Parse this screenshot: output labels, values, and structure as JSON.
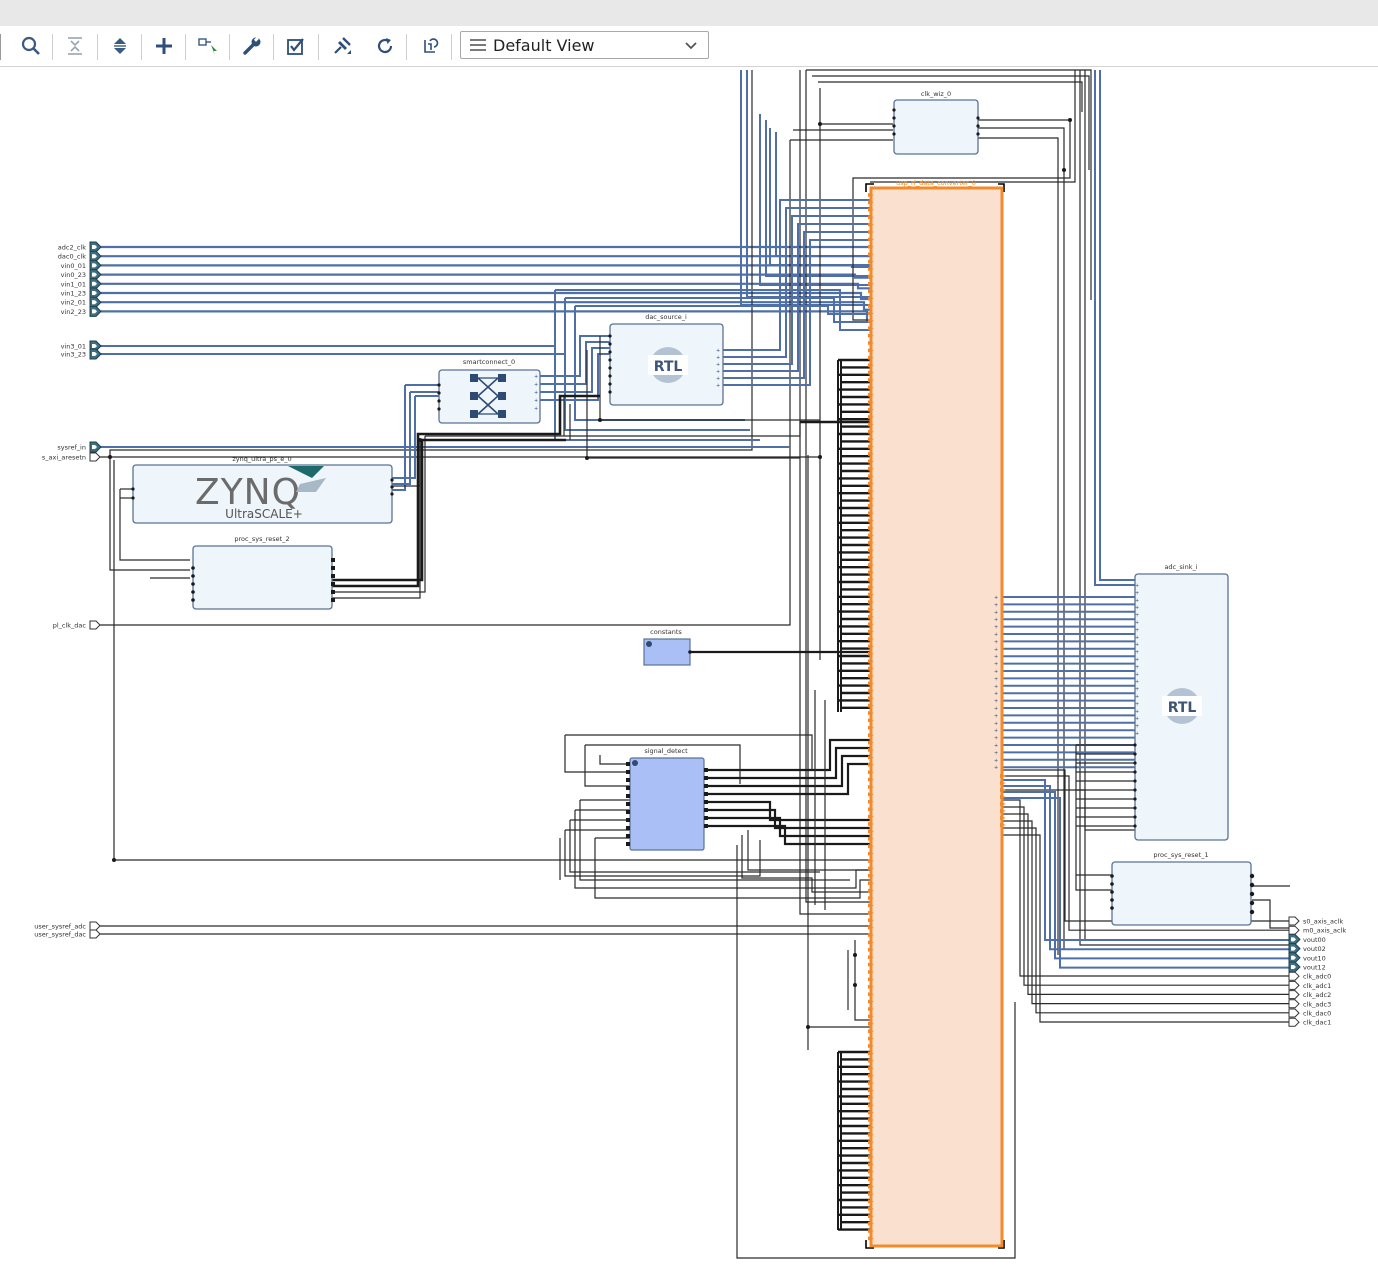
{
  "toolbar": {
    "icons": [
      "search-icon",
      "collapse-all-icon",
      "expand-all-icon",
      "add-ip-icon",
      "make-connection-icon",
      "customize-icon",
      "validate-design-icon",
      "pin-icon",
      "refresh-icon",
      "regenerate-layout-icon"
    ],
    "view_select": {
      "selected": "Default View",
      "icon": "menu-icon"
    }
  },
  "diagram": {
    "left_ports": {
      "group1": [
        "adc2_clk",
        "dac0_clk",
        "vin0_01",
        "vin0_23",
        "vin1_01",
        "vin1_23",
        "vin2_01",
        "vin2_23"
      ],
      "group2": [
        "vin3_01",
        "vin3_23"
      ],
      "group3": [
        "sysref_in",
        "s_axi_aresetn"
      ],
      "pl_clk": "pl_clk_dac",
      "group4": [
        "user_sysref_adc",
        "user_sysref_dac"
      ]
    },
    "right_ports": [
      "s0_axis_aclk",
      "m0_axis_aclk",
      "vout00",
      "vout02",
      "vout10",
      "vout12",
      "clk_adc0",
      "clk_adc1",
      "clk_adc2",
      "clk_adc3",
      "clk_dac0",
      "clk_dac1"
    ],
    "blocks": {
      "clk_wiz": "clk_wiz_0",
      "rf_converter": "usp_rf_data_converter_0",
      "dac_source": "dac_source_i",
      "smartconnect": "smartconnect_0",
      "zynq": "zynq_ultra_ps_e_0",
      "proc_sys_reset_2": "proc_sys_reset_2",
      "constants": "constants",
      "signal_detect": "signal_detect",
      "adc_sink": "adc_sink_i",
      "proc_sys_reset_1": "proc_sys_reset_1"
    },
    "logos": {
      "rtl": "RTL",
      "zynq": "ZYNQ",
      "ultrascale": "UltraSCALE+"
    }
  }
}
